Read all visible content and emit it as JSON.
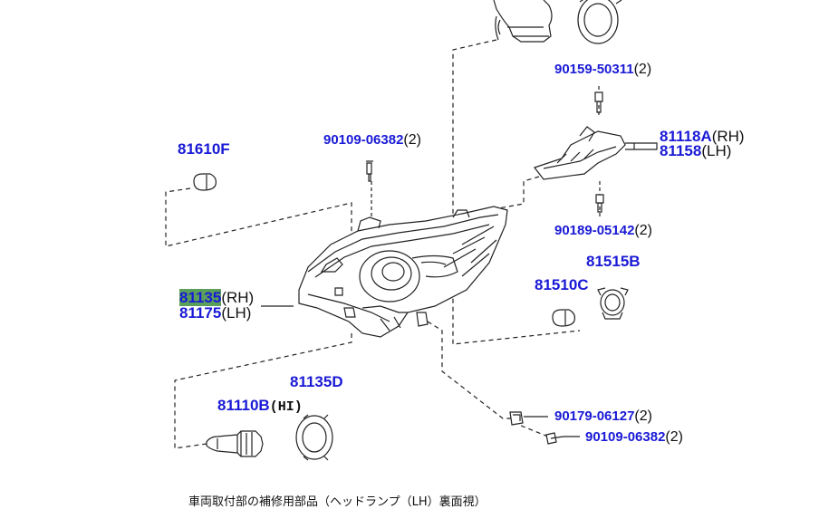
{
  "labels": {
    "p81610F": "81610F",
    "p90109_top": "90109-06382",
    "p90109_top_qty": "(2)",
    "p90159": "90159-50311",
    "p90159_qty": "(2)",
    "p81118A": "81118A",
    "p81118A_sfx": "(RH)",
    "p81158": "81158",
    "p81158_sfx": "(LH)",
    "p90189": "90189-05142",
    "p90189_qty": "(2)",
    "p81515B": "81515B",
    "p81510C": "81510C",
    "p81135": "81135",
    "p81135_sfx": "(RH)",
    "p81175": "81175",
    "p81175_sfx": "(LH)",
    "p81135D": "81135D",
    "p81110B": "81110B",
    "p81110B_sfx": "(HI)",
    "p90179": "90179-06127",
    "p90179_qty": "(2)",
    "p90109_bot": "90109-06382",
    "p90109_bot_qty": "(2)"
  },
  "note": "車両取付部の補修用部品（ヘッドランプ（LH）裏面視）",
  "colors": {
    "part_number": "#1a1ad6",
    "highlight": "#5aa05a",
    "line": "#222222"
  }
}
